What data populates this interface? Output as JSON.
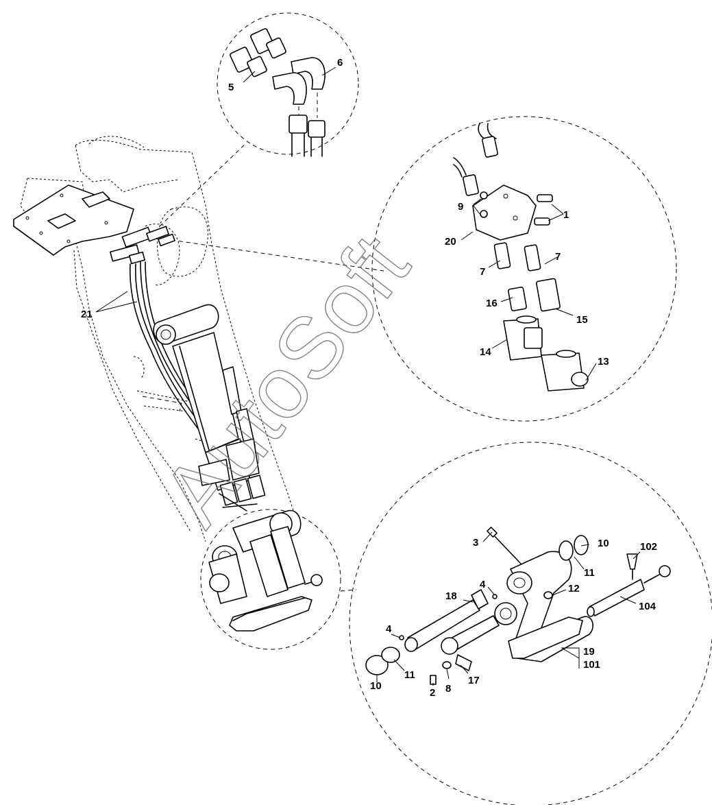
{
  "watermark": "AutoSoft",
  "callouts": {
    "c1": "1",
    "c2": "2",
    "c3": "3",
    "c4a": "4",
    "c4b": "4",
    "c5": "5",
    "c6": "6",
    "c7a": "7",
    "c7b": "7",
    "c8": "8",
    "c9": "9",
    "c10a": "10",
    "c10b": "10",
    "c11a": "11",
    "c11b": "11",
    "c12": "12",
    "c13": "13",
    "c14": "14",
    "c15": "15",
    "c16": "16",
    "c17": "17",
    "c18": "18",
    "c19": "19",
    "c20": "20",
    "c21": "21",
    "c101": "101",
    "c102": "102",
    "c104": "104"
  }
}
